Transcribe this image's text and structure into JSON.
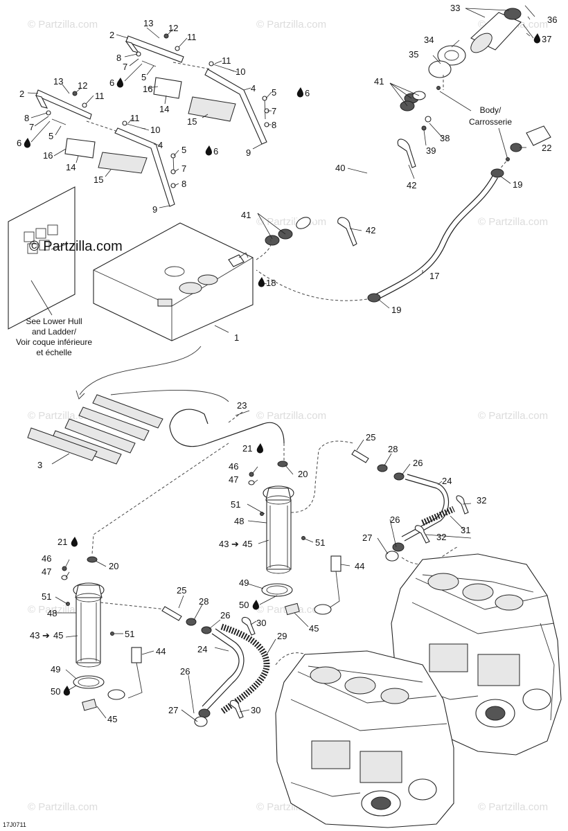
{
  "diagram_code": "17J0711",
  "watermark": "© Partzilla.com",
  "corner_watermark": "© Partzilla.com",
  "notes": {
    "lower_hull": [
      "See Lower Hull",
      "and Ladder/",
      "Voir coque inférieure",
      "et échelle"
    ],
    "body": [
      "Body/",
      "Carrosserie"
    ]
  },
  "callouts": {
    "c1": "1",
    "c2a": "2",
    "c2b": "2",
    "c3": "3",
    "c4a": "4",
    "c4b": "4",
    "c5a": "5",
    "c5b": "5",
    "c5c": "5",
    "c5d": "5",
    "c6a": "6",
    "c6b": "6",
    "c6c": "6",
    "c6d": "6",
    "c7a": "7",
    "c7b": "7",
    "c7c": "7",
    "c7d": "7",
    "c8a": "8",
    "c8b": "8",
    "c8c": "8",
    "c8d": "8",
    "c9a": "9",
    "c9b": "9",
    "c10a": "10",
    "c10b": "10",
    "c11a": "11",
    "c11b": "11",
    "c11c": "11",
    "c11d": "11",
    "c12a": "12",
    "c12b": "12",
    "c13a": "13",
    "c13b": "13",
    "c14a": "14",
    "c14b": "14",
    "c15a": "15",
    "c15b": "15",
    "c16a": "16",
    "c16b": "16",
    "c17": "17",
    "c18": "18",
    "c19a": "19",
    "c19b": "19",
    "c20a": "20",
    "c20b": "20",
    "c21a": "21",
    "c21b": "21",
    "c22": "22",
    "c23": "23",
    "c24a": "24",
    "c24b": "24",
    "c25a": "25",
    "c25b": "25",
    "c26a": "26",
    "c26b": "26",
    "c26c": "26",
    "c26d": "26",
    "c27a": "27",
    "c27b": "27",
    "c28a": "28",
    "c28b": "28",
    "c29": "29",
    "c30a": "30",
    "c30b": "30",
    "c31": "31",
    "c32a": "32",
    "c32b": "32",
    "c33": "33",
    "c34": "34",
    "c35": "35",
    "c36": "36",
    "c37": "37",
    "c38": "38",
    "c39": "39",
    "c40": "40",
    "c41a": "41",
    "c41b": "41",
    "c42a": "42",
    "c42b": "42",
    "c43a": "43",
    "c45a": "45",
    "c43b": "43",
    "c45b": "45",
    "c44a": "44",
    "c44b": "44",
    "c45c": "45",
    "c45d": "45",
    "c46a": "46",
    "c46b": "46",
    "c47a": "47",
    "c47b": "47",
    "c48a": "48",
    "c48b": "48",
    "c49a": "49",
    "c49b": "49",
    "c50a": "50",
    "c50b": "50",
    "c51a": "51",
    "c51b": "51",
    "c51c": "51",
    "c51d": "51"
  }
}
